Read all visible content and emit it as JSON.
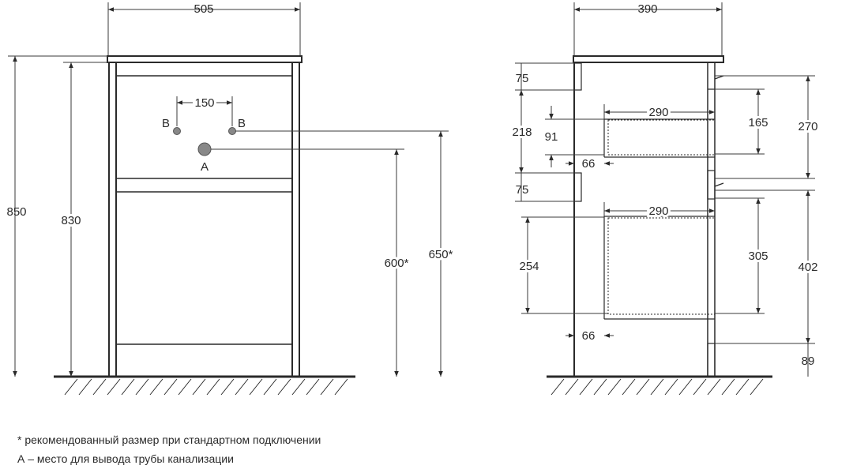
{
  "front_view": {
    "width": "505",
    "holes_spacing": "150",
    "hole_b_left": "B",
    "hole_b_right": "B",
    "hole_a": "A",
    "total_height": "850",
    "body_height": "830",
    "height_a": "600*",
    "height_b": "650*"
  },
  "side_view": {
    "depth": "390",
    "top_rail": "75",
    "upper_front": "218",
    "upper_drawer_front": "91",
    "upper_drawer_width": "290",
    "upper_drawer_offset": "66",
    "mid_rail": "75",
    "lower_drawer_width": "290",
    "lower_drawer_height": "254",
    "lower_drawer_offset": "66",
    "rear_upper_inner": "165",
    "rear_upper": "270",
    "rear_lower_inner": "305",
    "rear_lower": "402",
    "rear_foot": "89"
  },
  "notes": {
    "recommended": "* рекомендованный размер при стандартном подключении",
    "outlet": "А – место для вывода трубы канализации"
  },
  "colors": {
    "line": "#2a2a2a",
    "dim_line": "#3a3a3a",
    "hole_fill": "#888888"
  }
}
